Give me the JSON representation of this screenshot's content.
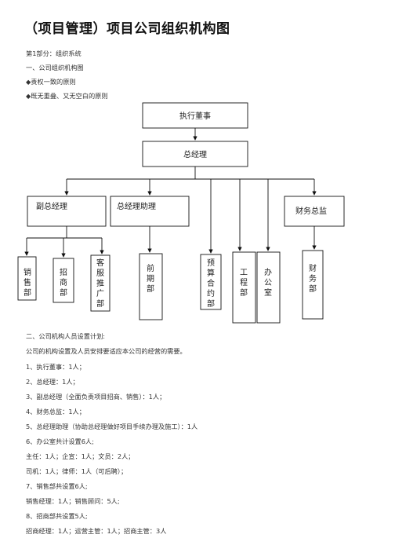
{
  "title": "（项目管理）项目公司组织机构图",
  "intro": [
    "第1部分：组织系统",
    "一、公司组织机构图",
    "◆责权一致的原则",
    "◆既无重叠、又无空白的原则"
  ],
  "org": {
    "top": "执行董事",
    "gm": "总经理",
    "deputy_gm": "副总经理",
    "gm_assistant": "总经理助理",
    "finance_director": "财务总监",
    "depts": {
      "sales": "销售部",
      "investment": "招商部",
      "customer_service": "客服推广部",
      "preliminary": "前期部",
      "budget_contract": "预算合约部",
      "engineering": "工程部",
      "office": "办公室",
      "finance": "财务部"
    }
  },
  "section2": [
    "二、公司机构人员设置计划:",
    "公司的机构设置及人员安排要适应本公司的经营的需要。",
    "1、执行董事：1人；",
    "2、总经理：1人；",
    "3、副总经理（全面负责项目招商、销售）：1人；",
    "4、财务总监：1人；",
    "5、总经理助理（协助总经理做好项目手续办理及施工）：1人",
    "6、办公室共计设置6人;",
    "主任：1人；企宣：1人；文员：2人；",
    "司机：1人；律师：1人（可后聘）；",
    "7、销售部共设置6人;",
    "销售经理：1人；销售顾问：5人;",
    "8、招商部共设置5人;",
    "招商经理：1人；运营主管：1人；招商主管：3人"
  ]
}
